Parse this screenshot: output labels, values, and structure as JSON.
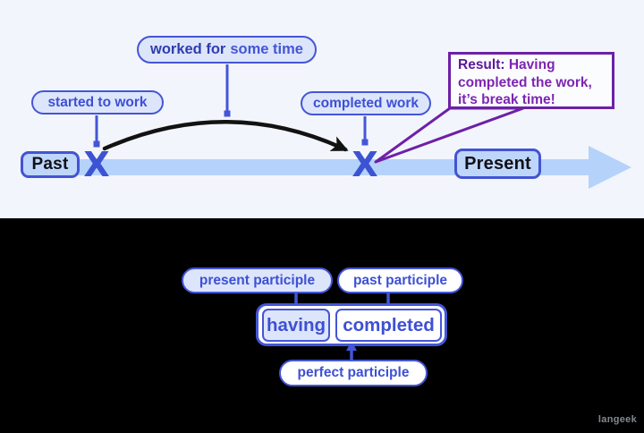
{
  "colors": {
    "top_bg": "#f3f5fc",
    "bottom_bg": "#000000",
    "blue_border": "#4456d6",
    "blue_text": "#3d50d4",
    "dark_blue_text": "#2f3db0",
    "pill_fill": "#dde5fb",
    "timeline_box_fill": "#bfd6fb",
    "timeline_band": "#b5d2fa",
    "x_marker_color": "#3c53d2",
    "arc_color": "#121212",
    "purple_border": "#6d21a6",
    "purple_text": "#7d25b2",
    "watermark_color": "#9aa0a8"
  },
  "timeline": {
    "past_label": "Past",
    "present_label": "Present",
    "x_marker": "X",
    "started_bubble": "started to work",
    "worked_bubble_bold": "worked for",
    "worked_bubble_rest": "some time",
    "completed_bubble": "completed work",
    "result_label": "Result:",
    "result_text": "Having completed the work, it’s break time!"
  },
  "breakdown": {
    "present_participle_label": "present participle",
    "past_participle_label": "past participle",
    "word_1": "having",
    "word_2": "completed",
    "perfect_participle_label": "perfect participle"
  },
  "watermark": "langeek"
}
